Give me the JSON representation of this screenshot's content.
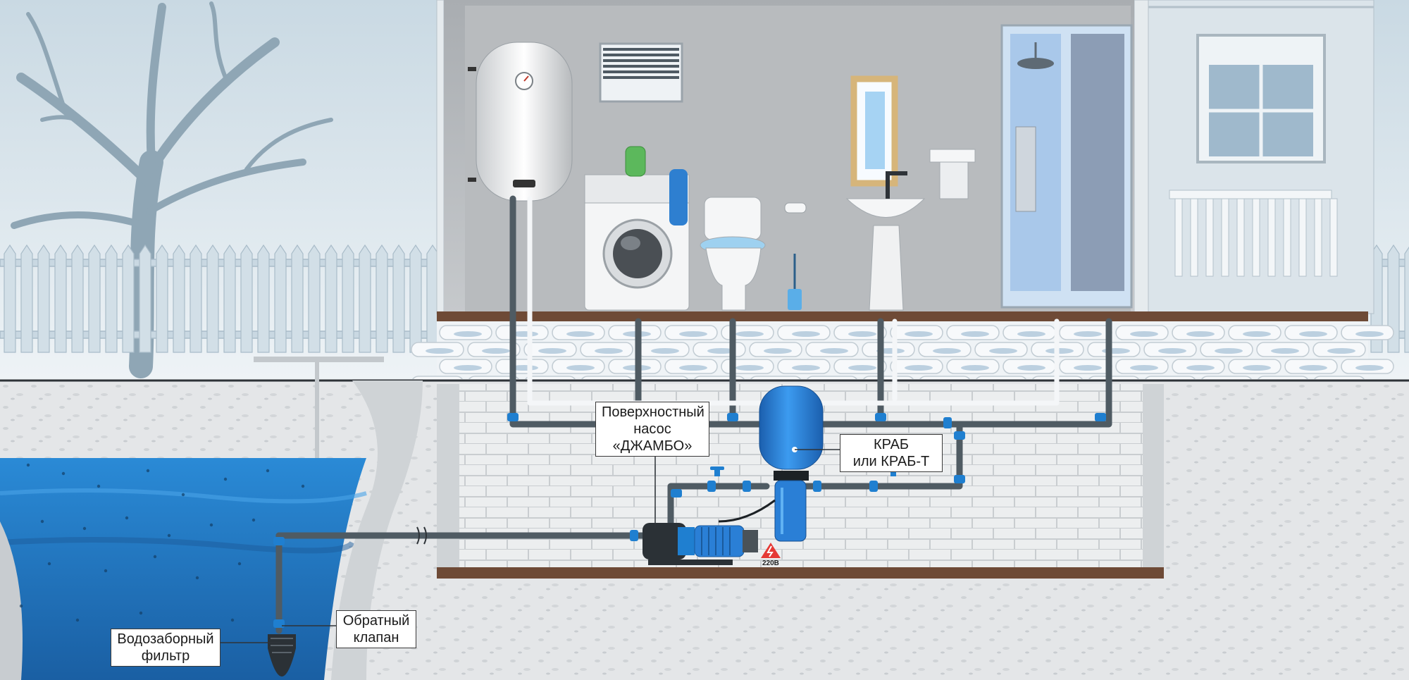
{
  "labels": {
    "pump": {
      "line1": "Поверхностный",
      "line2": "насос",
      "line3": "«ДЖАМБО»"
    },
    "tank": {
      "line1": "КРАБ",
      "line2": "или КРАБ-Т"
    },
    "check_valve": {
      "line1": "Обратный",
      "line2": "клапан"
    },
    "intake_filter": {
      "line1": "Водозаборный",
      "line2": "фильтр"
    },
    "voltage": "220В"
  },
  "colors": {
    "pipe_gray": "#4f5b63",
    "fitting_blue": "#1f7fd0",
    "water_blue": "#2f86cc",
    "tank_blue": "#2a7fd6",
    "wall_gray": "#bfc4c8",
    "floor_brown": "#6e4a36",
    "sky": "#dde8ef",
    "ground": "#d9dcde"
  }
}
